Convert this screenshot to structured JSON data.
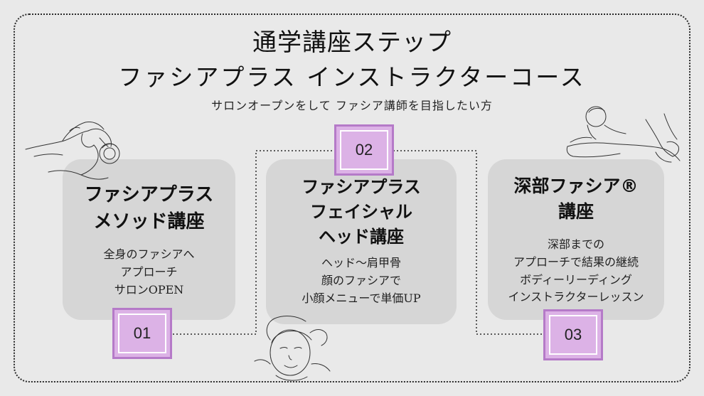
{
  "header": {
    "title_line1": "通学講座ステップ",
    "title_line2": "ファシアプラス インストラクターコース",
    "subtitle": "サロンオープンをして ファシア講師を目指したい方"
  },
  "steps": [
    {
      "number": "01",
      "title_lines": [
        "ファシアプラス",
        "メソッド講座"
      ],
      "body_lines": [
        "全身のファシアへ",
        "アプローチ",
        "サロンOPEN"
      ]
    },
    {
      "number": "02",
      "title_lines": [
        "ファシアプラス",
        "フェイシャル",
        "ヘッド講座"
      ],
      "body_lines": [
        "ヘッド〜肩甲骨",
        "顔のファシアで",
        "小顔メニューで単価UP"
      ]
    },
    {
      "number": "03",
      "title_lines": [
        "深部ファシア®",
        "講座"
      ],
      "body_lines": [
        "深部までの",
        "アプローチで結果の継続",
        "ボディーリーディング",
        "インストラクターレッスン"
      ]
    }
  ],
  "colors": {
    "background": "#e9e9e9",
    "card": "#d6d6d6",
    "badge_fill": "#dcb2e6",
    "badge_border": "#b57ac8"
  },
  "icons": [
    "face-massage-sketch-icon",
    "back-massage-sketch-icon",
    "head-massage-sketch-icon"
  ]
}
